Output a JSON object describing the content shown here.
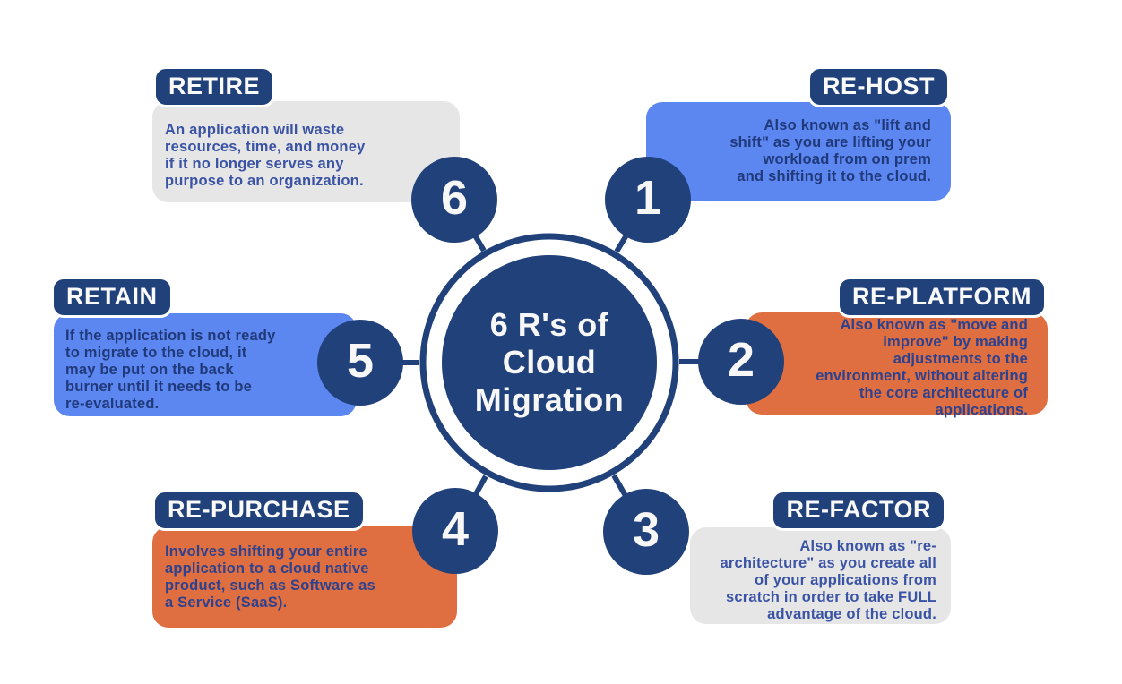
{
  "colors": {
    "navy": "#21417b",
    "blue": "#5c87f0",
    "orange": "#df6f40",
    "gray": "#e6e6e7",
    "white": "#ffffff"
  },
  "hub": {
    "title": "6 R's of Cloud Migration"
  },
  "sections": [
    {
      "number": "1",
      "title": "RE-HOST",
      "description": "Also known as \"lift and\nshift\" as you are lifting your\nworkload from on prem\nand shifting it to the cloud.",
      "box_color": "#5c87f0",
      "text_color": "#20397a"
    },
    {
      "number": "2",
      "title": "RE-PLATFORM",
      "description": "Also known as \"move and\nimprove\" by making\nadjustments to the\nenvironment, without altering\nthe core architecture of\napplications.",
      "box_color": "#df6f40",
      "text_color": "#2d418f"
    },
    {
      "number": "3",
      "title": "RE-FACTOR",
      "description": "Also known as \"re-\narchitecture\" as you create all\nof your applications from\nscratch in order to take FULL\nadvantage of the cloud.",
      "box_color": "#e6e6e7",
      "text_color": "#3a53a4"
    },
    {
      "number": "4",
      "title": "RE-PURCHASE",
      "description": "Involves shifting your entire\napplication to a cloud native\nproduct, such as Software as\na Service (SaaS).",
      "box_color": "#df6f40",
      "text_color": "#2d418f"
    },
    {
      "number": "5",
      "title": "RETAIN",
      "description": "If the application is not ready\nto migrate to the cloud, it\nmay be put on the back\nburner until it needs to be\nre-evaluated.",
      "box_color": "#5c87f0",
      "text_color": "#20397a"
    },
    {
      "number": "6",
      "title": "RETIRE",
      "description": "An application will waste\nresources, time, and money\nif it no longer serves any\npurpose to an organization.",
      "box_color": "#e6e6e7",
      "text_color": "#3a53a4"
    }
  ]
}
